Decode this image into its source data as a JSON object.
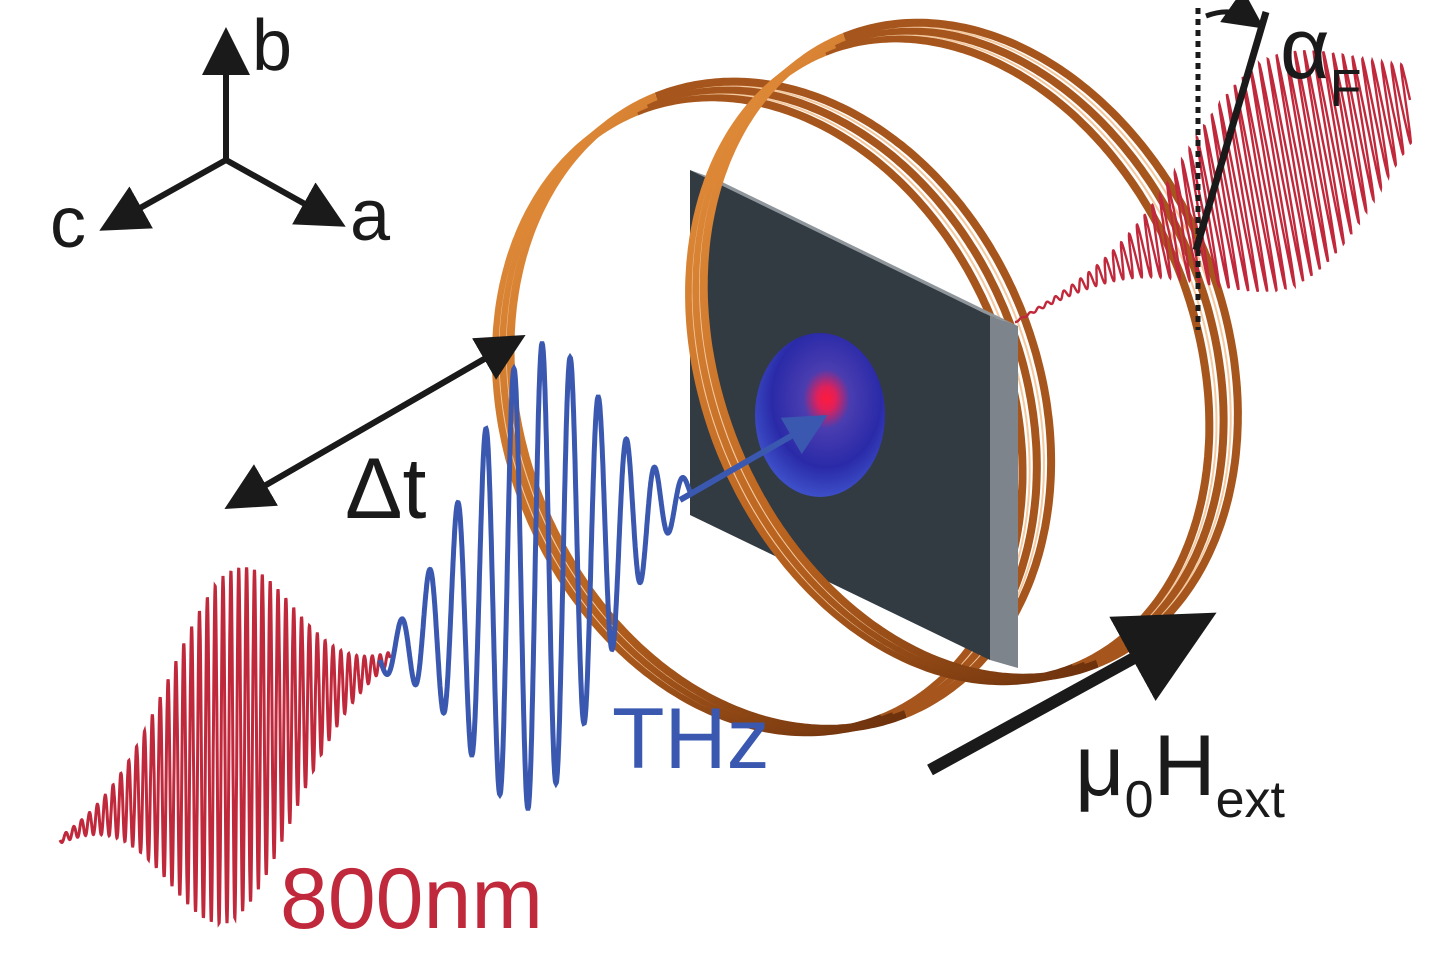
{
  "axes": {
    "b": "b",
    "c": "c",
    "a": "a"
  },
  "labels": {
    "delta_t": "Δt",
    "thz": "THz",
    "wavelength": "800nm",
    "faraday_main": "α",
    "faraday_sub": "F",
    "field_main": "μ",
    "field_sub0": "0",
    "field_main2": "H",
    "field_sub_ext": "ext"
  },
  "colors": {
    "red_pulse": "#c0283b",
    "blue_pulse": "#3a58b0",
    "copper": "#c8742c",
    "copper_dark": "#7a3a10",
    "sample_face": "#323a42",
    "sample_edge": "#7d848b",
    "ink": "#1a1a1a"
  }
}
